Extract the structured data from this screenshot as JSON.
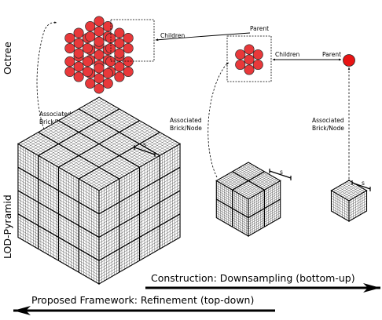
{
  "rows": {
    "top": "Octree",
    "bottom": "LOD-Pyramid"
  },
  "labels": {
    "children": "Children",
    "parent": "Parent",
    "associated_line1": "Associated",
    "associated_line2": "Brick/Node",
    "s": "s"
  },
  "arrows": {
    "construction": "Construction: Downsampling (bottom-up)",
    "refinement": "Proposed Framework: Refinement (top-down)"
  },
  "colors": {
    "node_fill": "#e8383a",
    "node_stroke": "#2a2a2a",
    "parent_fill": "#e81414",
    "ink": "#000000"
  },
  "cubes": [
    {
      "id": "large",
      "divisions": 4,
      "cells_per_block": 8
    },
    {
      "id": "medium",
      "divisions": 2,
      "cells_per_block": 8
    },
    {
      "id": "small",
      "divisions": 1,
      "cells_per_block": 8
    }
  ]
}
